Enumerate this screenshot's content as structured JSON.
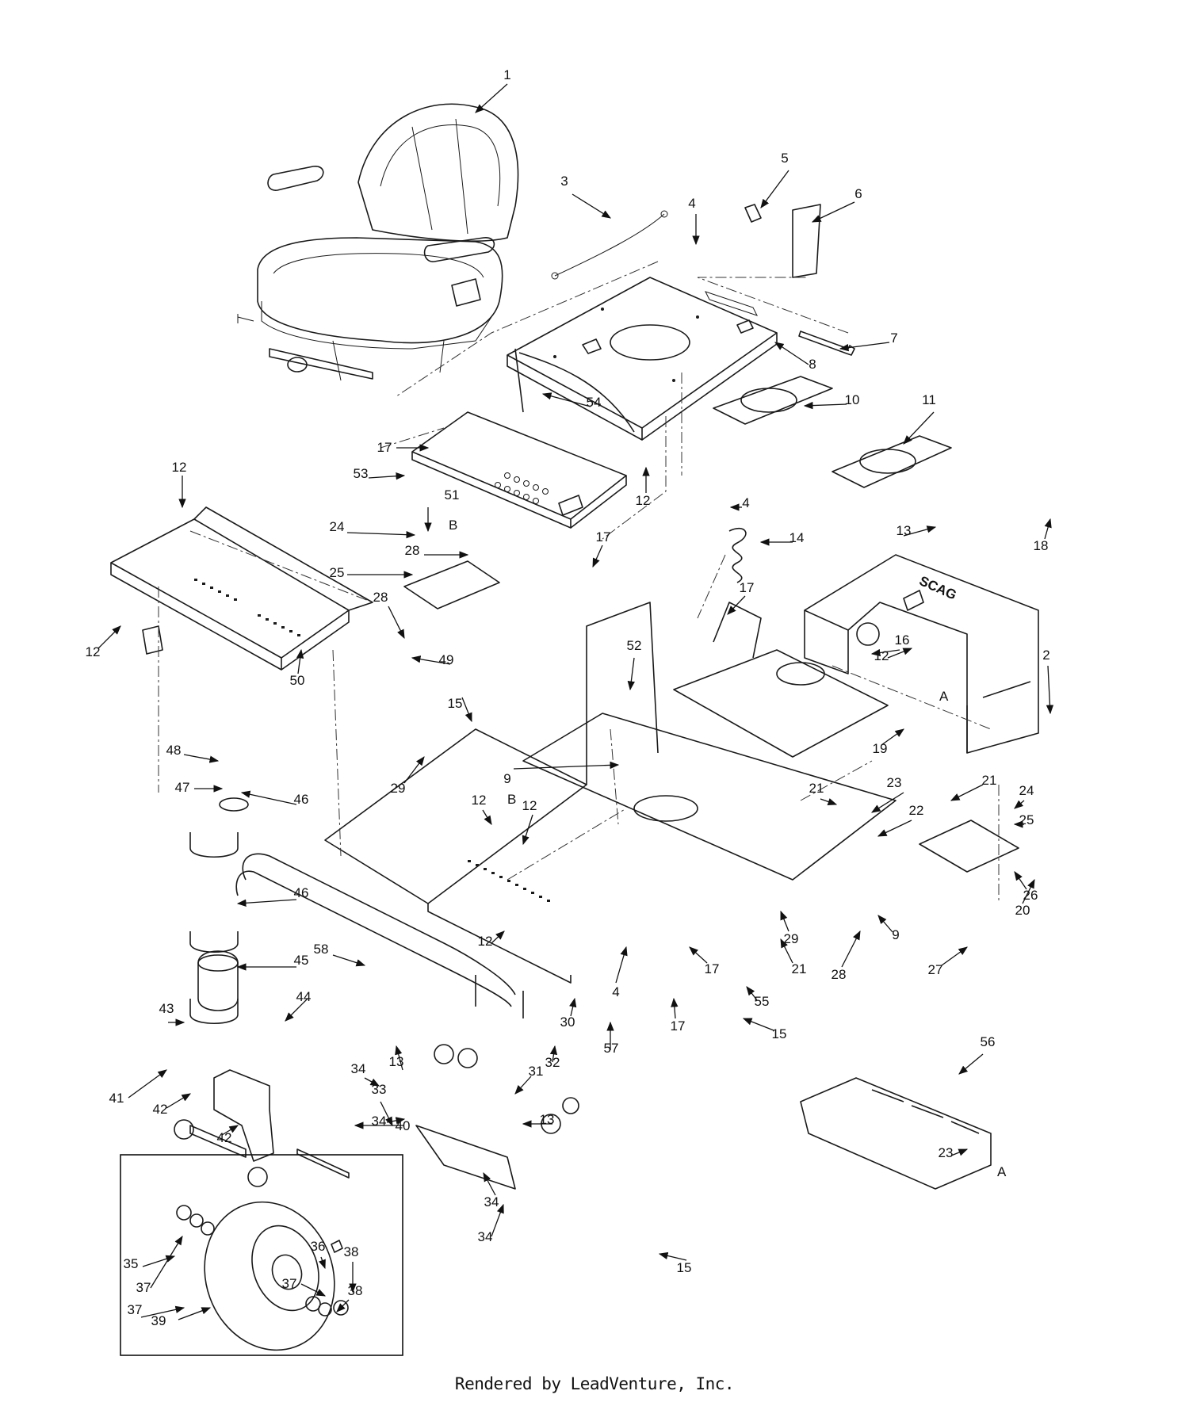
{
  "footer": "Rendered by LeadVenture, Inc.",
  "frame_logo": "SCAG",
  "reference_labels": [
    "A",
    "B"
  ],
  "callouts": [
    "1",
    "2",
    "3",
    "4",
    "5",
    "6",
    "7",
    "8",
    "9",
    "10",
    "11",
    "12",
    "13",
    "14",
    "15",
    "16",
    "17",
    "18",
    "19",
    "20",
    "21",
    "22",
    "23",
    "24",
    "25",
    "26",
    "27",
    "28",
    "29",
    "30",
    "31",
    "32",
    "33",
    "34",
    "35",
    "36",
    "37",
    "38",
    "39",
    "40",
    "41",
    "42",
    "43",
    "44",
    "45",
    "46",
    "47",
    "48",
    "49",
    "50",
    "51",
    "52",
    "53",
    "54",
    "55",
    "56",
    "57",
    "58"
  ]
}
